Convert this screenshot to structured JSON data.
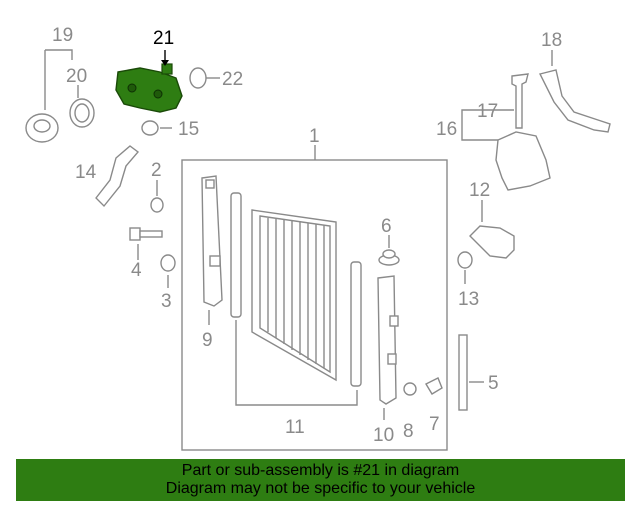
{
  "highlight_color": "#2e7d12",
  "callouts": {
    "c1": "1",
    "c2": "2",
    "c3": "3",
    "c4": "4",
    "c5": "5",
    "c6": "6",
    "c7": "7",
    "c8": "8",
    "c9": "9",
    "c10": "10",
    "c11": "11",
    "c12": "12",
    "c13": "13",
    "c14": "14",
    "c15": "15",
    "c16": "16",
    "c17": "17",
    "c18": "18",
    "c19": "19",
    "c20": "20",
    "c21": "21",
    "c22": "22"
  },
  "banner": {
    "line1": "Part or sub-assembly is #21 in diagram",
    "line2": "Diagram may not be specific to your vehicle"
  }
}
